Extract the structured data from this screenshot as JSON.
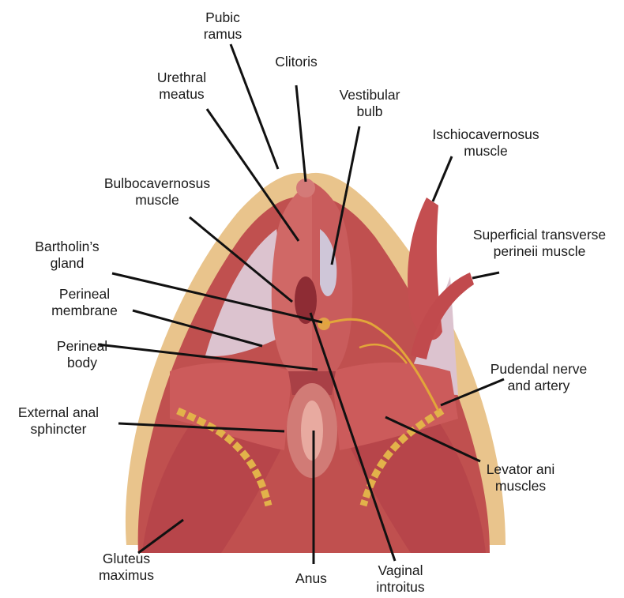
{
  "labels": {
    "pubic_ramus": [
      "Pubic",
      "ramus"
    ],
    "clitoris": [
      "Clitoris"
    ],
    "urethral_meatus": [
      "Urethral",
      "meatus"
    ],
    "vestibular_bulb": [
      "Vestibular",
      "bulb"
    ],
    "ischiocavernosus": [
      "Ischiocavernosus",
      "muscle"
    ],
    "bulbocavernosus": [
      "Bulbocavernosus",
      "muscle"
    ],
    "superficial_transverse": [
      "Superficial transverse",
      "perineii muscle"
    ],
    "bartholins_gland": [
      "Bartholin’s",
      "gland"
    ],
    "perineal_membrane": [
      "Perineal",
      "membrane"
    ],
    "perineal_body": [
      "Perineal",
      "body"
    ],
    "pudendal": [
      "Pudendal nerve",
      "and artery"
    ],
    "external_anal_sphincter": [
      "External anal",
      "sphincter"
    ],
    "levator_ani": [
      "Levator ani",
      "muscles"
    ],
    "gluteus_maximus": [
      "Gluteus",
      "maximus"
    ],
    "anus": [
      "Anus"
    ],
    "vaginal_introitus": [
      "Vaginal",
      "introitus"
    ]
  },
  "colors": {
    "fat": "#e9c48c",
    "muscle": "#c0504f",
    "muscle_dark": "#9c3a3b",
    "muscle_light": "#d97a74",
    "membrane": "#d8c0cc",
    "nerve": "#e2a63a",
    "leader": "#111111"
  }
}
